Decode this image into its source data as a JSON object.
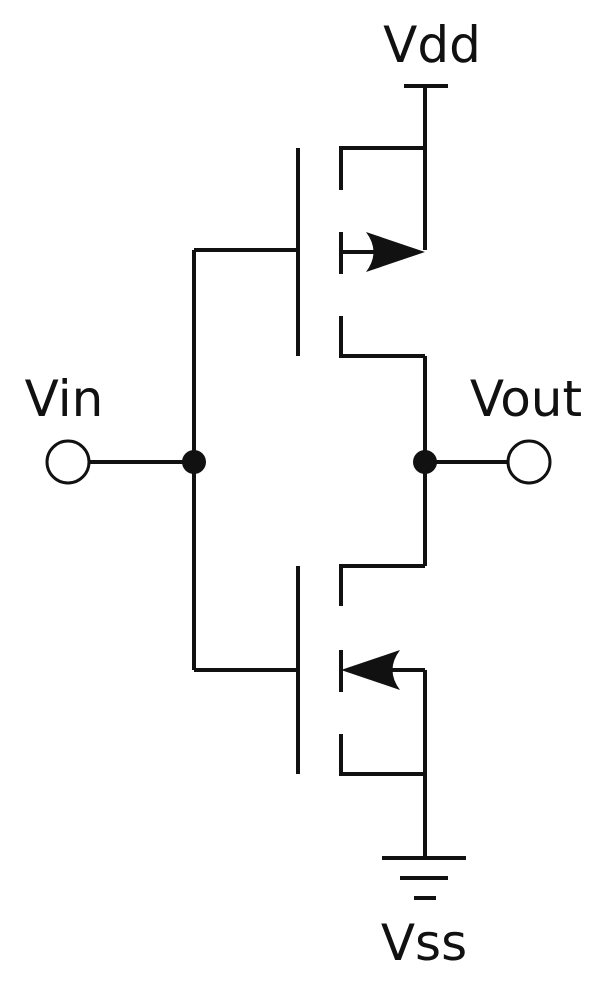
{
  "labels": {
    "vdd": "Vdd",
    "vin": "Vin",
    "vout": "Vout",
    "vss": "Vss"
  },
  "colors": {
    "line": "#111111",
    "background": "#ffffff",
    "terminal_fill": "#ffffff"
  },
  "components": {
    "upper_transistor": "pmos",
    "lower_transistor": "nmos",
    "input_terminal": "open-circle",
    "output_terminal": "open-circle",
    "supply": "rail",
    "ground": "ground-symbol"
  }
}
